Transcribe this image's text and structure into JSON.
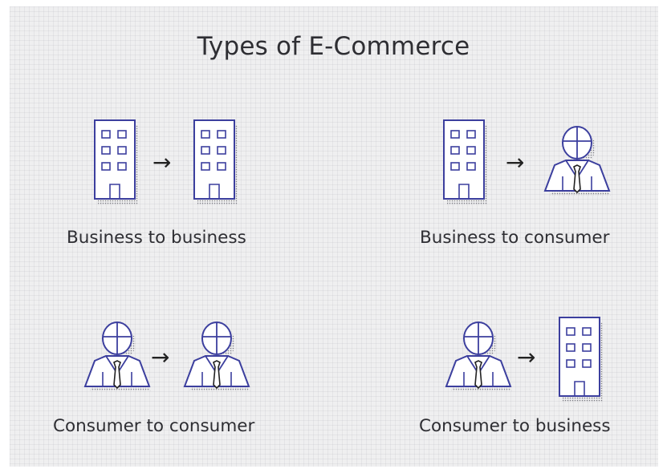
{
  "title": "Types of E-Commerce",
  "colors": {
    "icon_stroke": "#3c3f9e",
    "icon_fill": "#ffffff",
    "shadow_dots": "#7a7a82",
    "arrow": "#222222",
    "text": "#2e2e33",
    "background": "#efeff0"
  },
  "types": [
    {
      "caption": "Business to business",
      "from_icon": "building-icon",
      "to_icon": "building-icon"
    },
    {
      "caption": "Business to consumer",
      "from_icon": "building-icon",
      "to_icon": "person-icon"
    },
    {
      "caption": "Consumer to consumer",
      "from_icon": "person-icon",
      "to_icon": "person-icon"
    },
    {
      "caption": "Consumer to business",
      "from_icon": "person-icon",
      "to_icon": "building-icon"
    }
  ],
  "arrow_glyph": "→"
}
